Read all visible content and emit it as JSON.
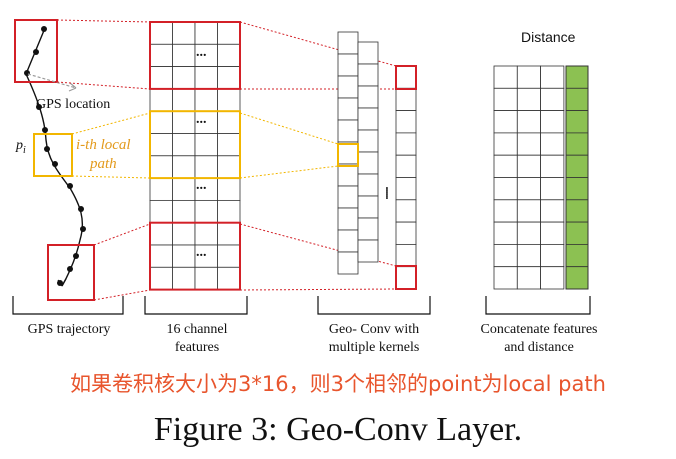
{
  "diagram": {
    "labels": {
      "gps_location": "GPS location",
      "point_label": "p",
      "point_subscript": "i",
      "local_path_line1": "i-th local",
      "local_path_line2": "path",
      "distance": "Distance",
      "ellipsis": "...",
      "vertical_dots": "······",
      "gps_trajectory": "GPS trajectory",
      "channel_features_line1": "16 channel",
      "channel_features_line2": "features",
      "geo_conv_line1": "Geo- Conv with",
      "geo_conv_line2": "multiple kernels",
      "concat_line1": "Concatenate features",
      "concat_line2": "and distance"
    },
    "annotation": "如果卷积核大小为3*16，则3个相邻的point为local path",
    "caption": "Figure 3: Geo-Conv Layer.",
    "colors": {
      "red": "#d32027",
      "yellow": "#f2b600",
      "green": "#8cc152",
      "gray_arrow": "#9b9b9b",
      "annotation_red": "#e8552d",
      "local_path_orange": "#e39a1c"
    }
  }
}
